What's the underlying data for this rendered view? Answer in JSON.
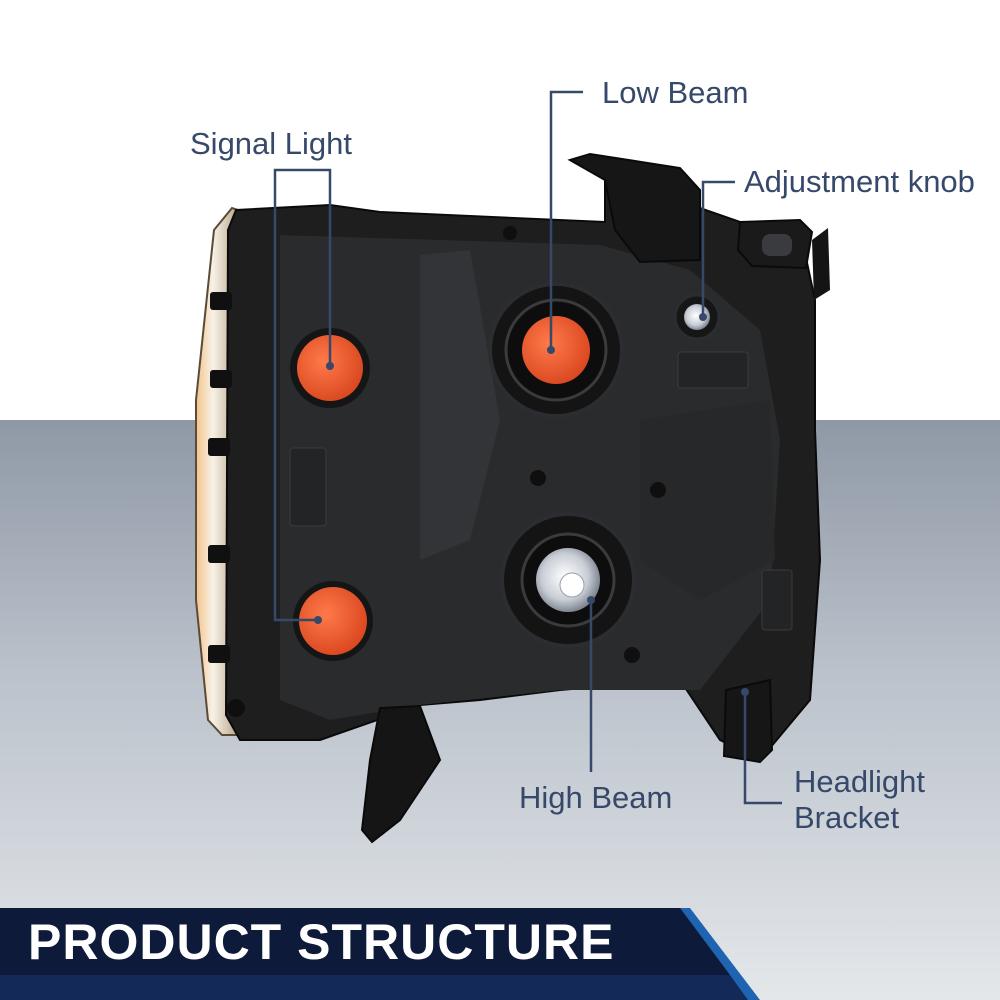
{
  "labels": {
    "signal_light": "Signal Light",
    "low_beam": "Low Beam",
    "adjustment_knob": "Adjustment knob",
    "high_beam": "High Beam",
    "headlight_bracket_line1": "Headlight",
    "headlight_bracket_line2": "Bracket"
  },
  "banner": {
    "title": "PRODUCT STRUCTURE"
  },
  "colors": {
    "label_text": "#37496b",
    "leader_line": "#37496b",
    "banner_dark": "#0d1a3a",
    "banner_accent": "#1f64b0",
    "signal_amber": "#ef5a2e",
    "housing_black": "#1e1e1f"
  }
}
